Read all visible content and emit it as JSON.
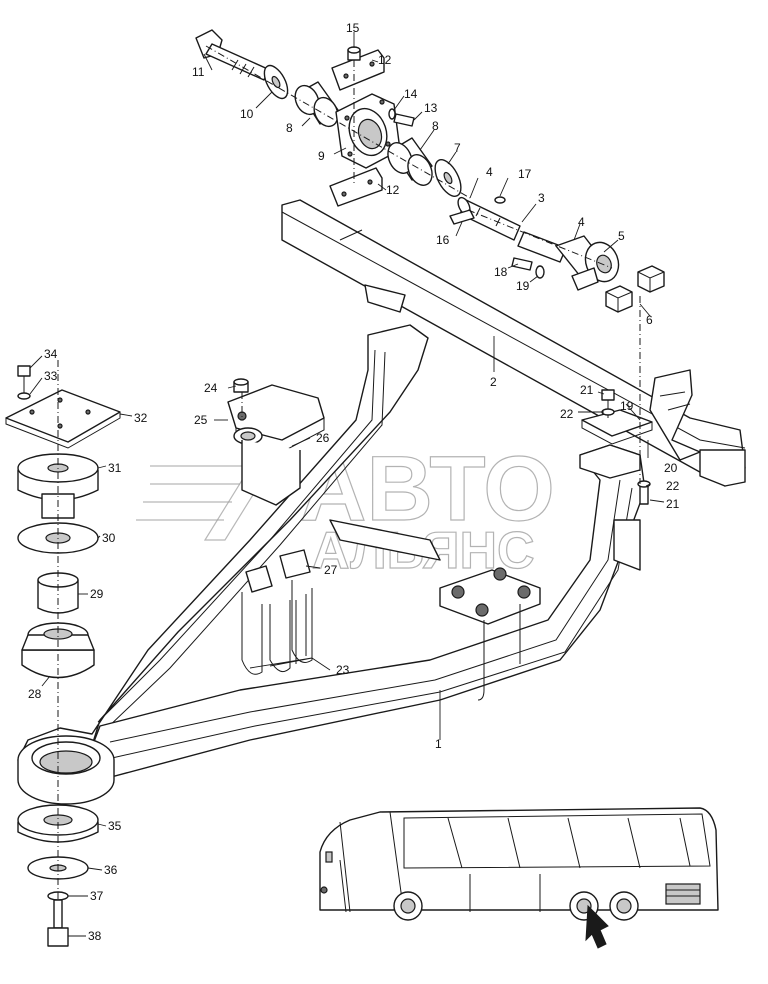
{
  "watermark": {
    "line1": "АВТО",
    "line2": "АЛЬЯНС"
  },
  "callouts": {
    "c1": "1",
    "c2": "2",
    "c3": "3",
    "c4a": "4",
    "c4b": "4",
    "c5": "5",
    "c6": "6",
    "c7": "7",
    "c8a": "8",
    "c8b": "8",
    "c9": "9",
    "c10": "10",
    "c11": "11",
    "c12a": "12",
    "c12b": "12",
    "c13": "13",
    "c14": "14",
    "c15": "15",
    "c16": "16",
    "c17": "17",
    "c18": "18",
    "c19a": "19",
    "c19b": "19",
    "c20": "20",
    "c21a": "21",
    "c21b": "21",
    "c22a": "22",
    "c22b": "22",
    "c23": "23",
    "c24": "24",
    "c25": "25",
    "c26": "26",
    "c27": "27",
    "c28": "28",
    "c29": "29",
    "c30": "30",
    "c31": "31",
    "c32": "32",
    "c33": "33",
    "c34": "34",
    "c35": "35",
    "c36": "36",
    "c37": "37",
    "c38": "38"
  }
}
